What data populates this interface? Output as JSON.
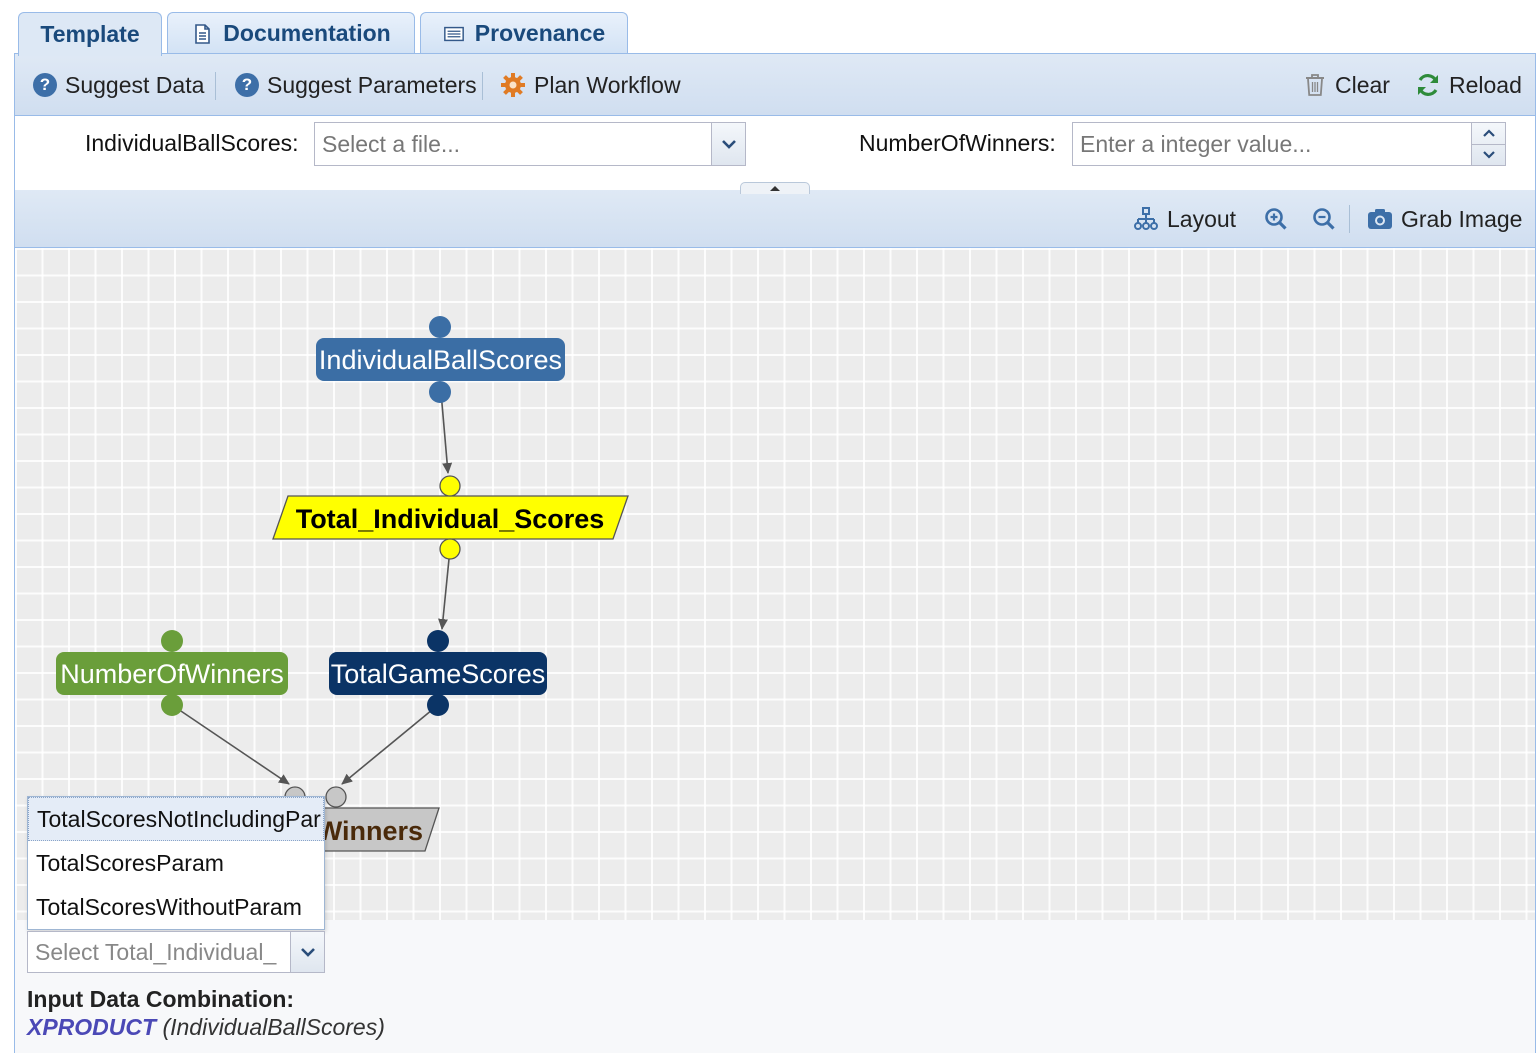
{
  "tabs": [
    {
      "label": "Template",
      "active": true
    },
    {
      "label": "Documentation",
      "active": false
    },
    {
      "label": "Provenance",
      "active": false
    }
  ],
  "toolbar": {
    "suggest_data": "Suggest Data",
    "suggest_parameters": "Suggest Parameters",
    "plan_workflow": "Plan Workflow",
    "clear": "Clear",
    "reload": "Reload"
  },
  "params": {
    "file_label": "IndividualBallScores:",
    "file_placeholder": "Select a file...",
    "int_label": "NumberOfWinners:",
    "int_placeholder": "Enter a integer value..."
  },
  "canvas_toolbar": {
    "layout": "Layout",
    "grab_image": "Grab Image"
  },
  "graph": {
    "nodes": {
      "individual_ball_scores": "IndividualBallScores",
      "total_individual_scores": "Total_Individual_Scores",
      "number_of_winners": "NumberOfWinners",
      "total_game_scores": "TotalGameScores",
      "winners_partial": "Winners"
    },
    "colors": {
      "data_node": "#3b6ea5",
      "data_node_dark": "#0b3466",
      "param_node": "#6a9e3a",
      "component_node": "#ffff00",
      "component_grey": "#c7c7c7"
    }
  },
  "dropdown": {
    "options": [
      "TotalScoresNotIncludingPar",
      "TotalScoresParam",
      "TotalScoresWithoutParam"
    ],
    "placeholder": "Select Total_Individual_"
  },
  "details": {
    "combination_label": "Input Data Combination:",
    "combination_op": "XPRODUCT",
    "combination_args": " (IndividualBallScores)"
  }
}
